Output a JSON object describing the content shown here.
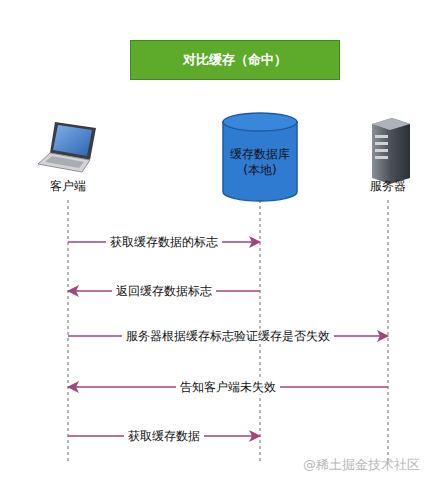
{
  "diagram": {
    "title": "对比缓存（命中）",
    "nodes": [
      {
        "text": [
          "客户端"
        ]
      },
      {
        "text": [
          "缓存数据库 (本地)"
        ]
      },
      {
        "text": [
          "服务器"
        ]
      }
    ],
    "edges": [
      {
        "from": 0,
        "to": 1,
        "label": "获取缓存数据的标志",
        "arrow": "to"
      },
      {
        "from": 1,
        "to": 0,
        "label": "返回缓存数据标志",
        "arrow": "to"
      },
      {
        "from": 0,
        "to": 2,
        "label": "服务器根据缓存标志验证缓存是否失效",
        "arrow": "to"
      },
      {
        "from": 2,
        "to": 0,
        "label": "告知客户端未失效",
        "arrow": "to"
      },
      {
        "from": 0,
        "to": 1,
        "label": "获取缓存数据",
        "arrow": "to"
      }
    ],
    "labels": [
      "@稀土掘金技术社区"
    ]
  }
}
